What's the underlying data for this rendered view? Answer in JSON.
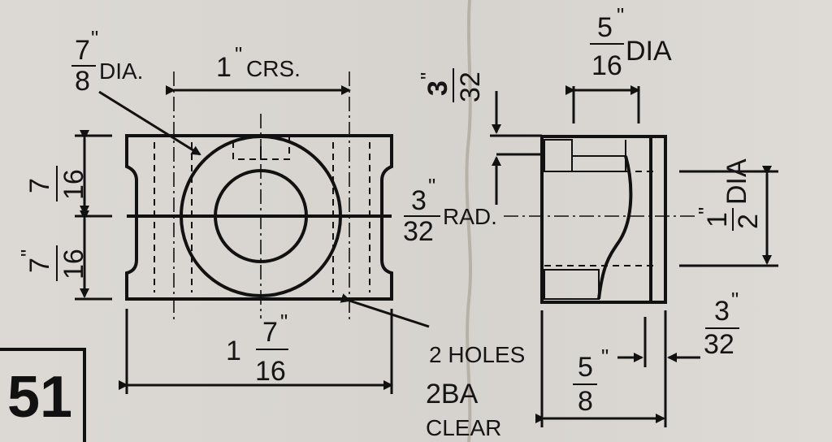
{
  "part_number": "51",
  "left_view": {
    "dia_num": "7",
    "dia_den": "8",
    "dia_unit": "\"",
    "dia_label": "DIA.",
    "centers": "1",
    "centers_unit": "\"",
    "centers_label": "CRS.",
    "upper_num": "7",
    "upper_den": "16",
    "lower_num": "7",
    "lower_unit": "\"",
    "lower_den": "16",
    "width_whole": "1",
    "width_num": "7",
    "width_unit": "\"",
    "width_den": "16"
  },
  "right_view": {
    "top_dia_num": "5",
    "top_dia_unit": "\"",
    "top_dia_den": "16",
    "top_dia_label": "DIA",
    "top_small_num": "3",
    "top_small_unit": "\"",
    "top_small_den": "32",
    "rad_num": "3",
    "rad_unit": "\"",
    "rad_den": "32",
    "rad_label": "RAD.",
    "side_dia_num": "1",
    "side_dia_unit": "\"",
    "side_dia_den": "2",
    "side_dia_label": "DIA",
    "bottom_num": "5",
    "bottom_den": "8",
    "bottom_unit": "\"",
    "right_small_num": "3",
    "right_small_unit": "\"",
    "right_small_den": "32"
  },
  "notes": {
    "holes": "2 HOLES",
    "thread": "2BA",
    "clear": "CLEAR"
  }
}
